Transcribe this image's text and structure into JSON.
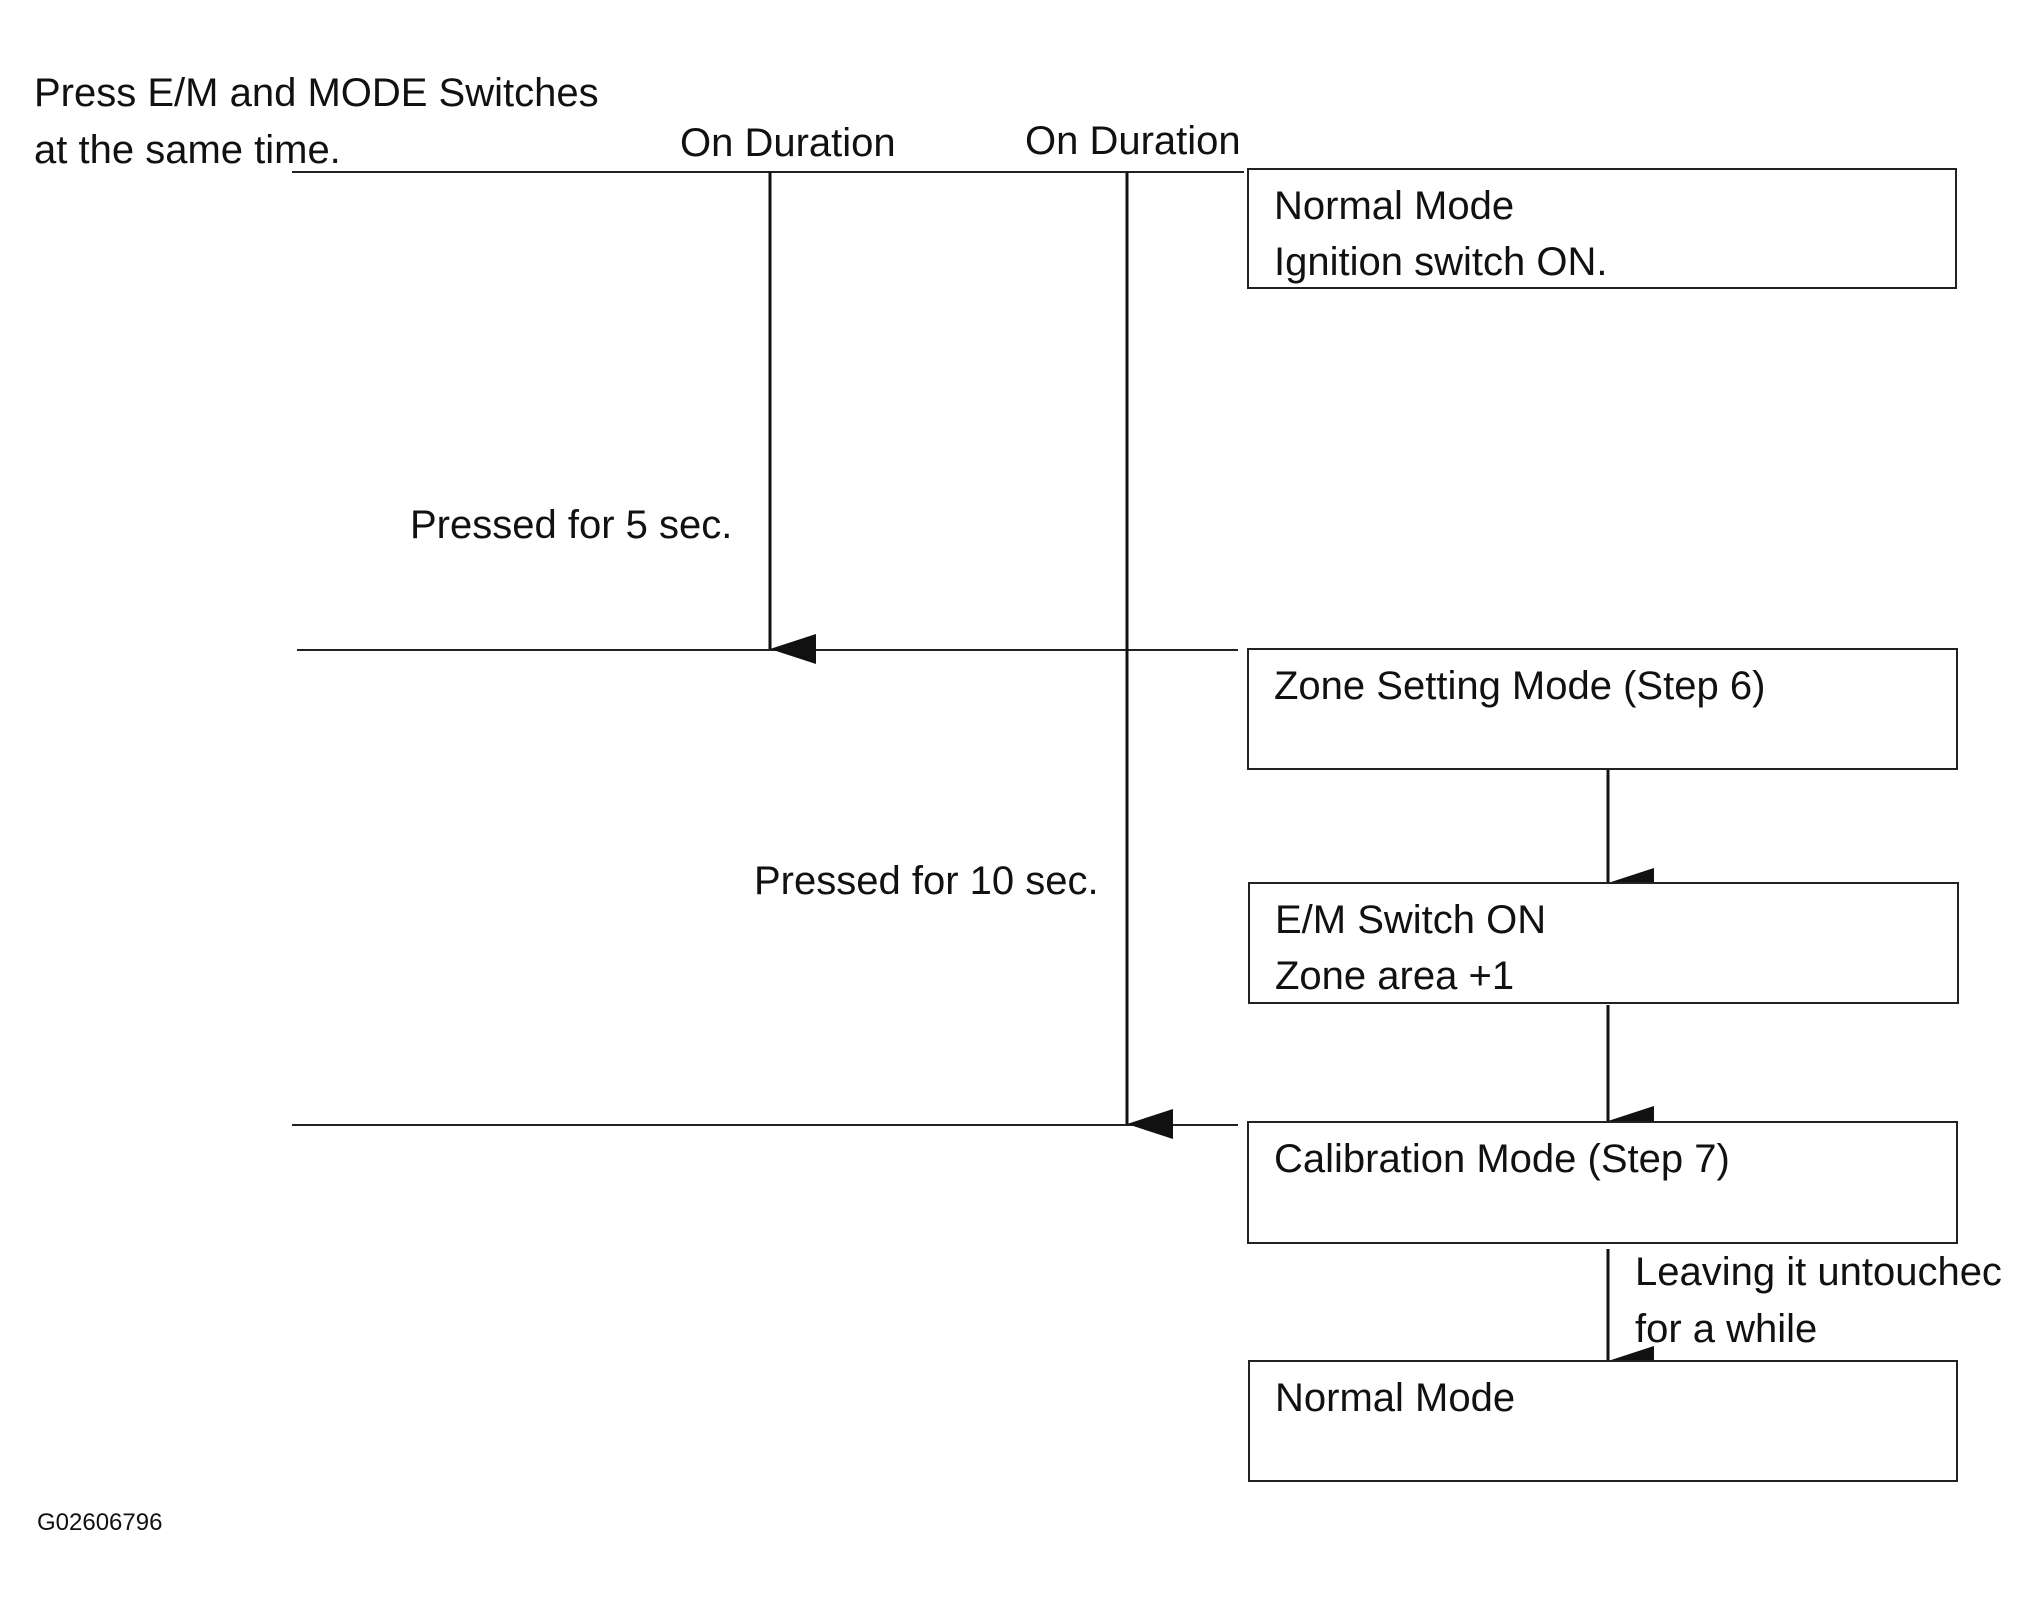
{
  "instruction": {
    "line1": "Press E/M and MODE Switches",
    "line2": "at the same time."
  },
  "columns": {
    "on_duration_1": "On Duration",
    "on_duration_2": "On Duration"
  },
  "conditions": {
    "pressed_5": "Pressed for 5 sec.",
    "pressed_10": "Pressed for 10 sec.",
    "untouched_line1": "Leaving it untouchec",
    "untouched_line2": "for a while"
  },
  "boxes": {
    "normal_mode_start": {
      "line1": "Normal Mode",
      "line2": "Ignition switch ON."
    },
    "zone_setting": {
      "line1": "Zone Setting Mode (Step 6)"
    },
    "em_switch": {
      "line1": "E/M Switch ON",
      "line2": "Zone area +1"
    },
    "calibration": {
      "line1": "Calibration Mode (Step 7)"
    },
    "normal_mode_end": {
      "line1": "Normal Mode"
    }
  },
  "figure_id": "G02606796",
  "colors": {
    "ink": "#111111",
    "background": "#ffffff"
  }
}
